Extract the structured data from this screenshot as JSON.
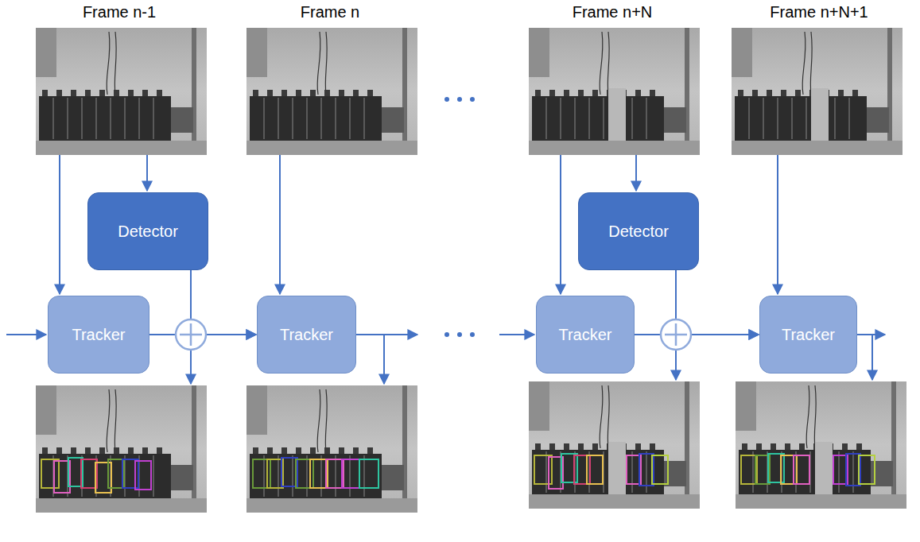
{
  "diagram": {
    "nodes": [
      {
        "text": [
          "Detector"
        ]
      },
      {
        "text": [
          "Detector"
        ]
      },
      {
        "text": [
          "Tracker"
        ]
      },
      {
        "text": [
          "Tracker"
        ]
      },
      {
        "text": [
          "Tracker"
        ]
      },
      {
        "text": [
          "Tracker"
        ]
      }
    ],
    "edges": [
      {
        "from": 2,
        "to": 3,
        "arrow": "to"
      },
      {
        "from": 0,
        "to": 3,
        "arrow": "to"
      },
      {
        "from": 4,
        "to": 5,
        "arrow": "to"
      },
      {
        "from": 1,
        "to": 5,
        "arrow": "to"
      }
    ],
    "labels": [
      "Frame n-1",
      "Frame n",
      "Frame n+N",
      "Frame n+N+1"
    ]
  }
}
